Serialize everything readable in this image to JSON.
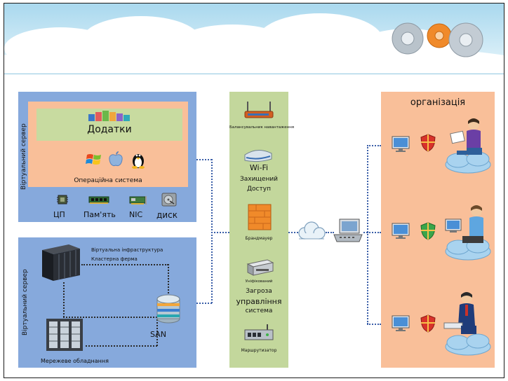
{
  "server_top": {
    "side_label": "Віртуальний сервер",
    "apps_label": "Додатки",
    "os_label": "Операційна система",
    "hardware": [
      "ЦП",
      "Пам'ять",
      "NIC",
      "диск"
    ]
  },
  "server_bottom": {
    "side_label": "Віртуальний сервер",
    "infra_label": "Віртуальна інфраструктура",
    "cluster_label": "Кластерна ферма",
    "san_label": "SAN",
    "network_label": "Мережеве обладнання"
  },
  "middle": {
    "load_balancer": "Балансувальник навантаження",
    "wifi_line1": "Wi-Fi",
    "wifi_line2": "Захищений",
    "wifi_line3": "Доступ",
    "firewall": "Брандмауер",
    "unified": "Уніфікований",
    "threat_line1": "Загроза",
    "threat_line2": "управління",
    "threat_line3": "система",
    "router": "Маршрутизатор"
  },
  "org": {
    "title": "організація"
  },
  "colors": {
    "blue_panel": "#86a9dc",
    "peach": "#f9bf99",
    "green_panel": "#c3d79c",
    "apps_green": "#c8dba0",
    "dotted": "#3a5ea8"
  }
}
